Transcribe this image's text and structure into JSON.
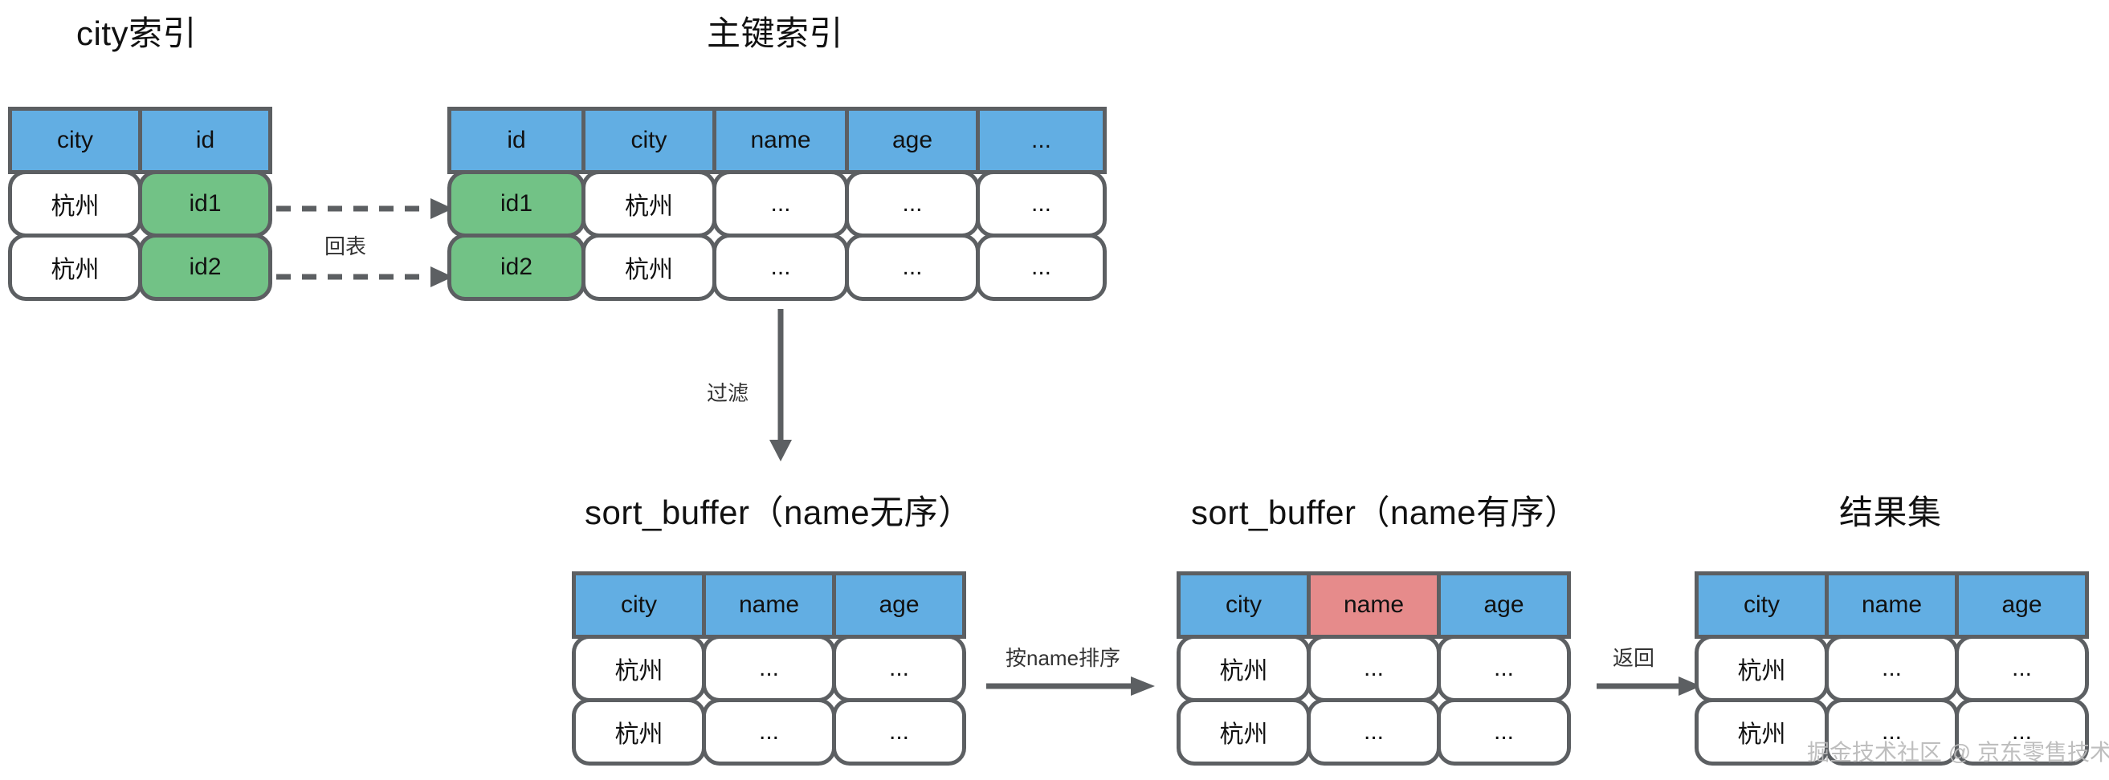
{
  "titles": {
    "city_index": "city索引",
    "primary_index": "主键索引",
    "sort_buffer_unsorted": "sort_buffer（name无序）",
    "sort_buffer_sorted": "sort_buffer（name有序）",
    "result_set": "结果集"
  },
  "tables": {
    "city_index": {
      "headers": [
        "city",
        "id"
      ],
      "rows": [
        [
          "杭州",
          "id1"
        ],
        [
          "杭州",
          "id2"
        ]
      ]
    },
    "primary_index": {
      "headers": [
        "id",
        "city",
        "name",
        "age",
        "..."
      ],
      "rows": [
        [
          "id1",
          "杭州",
          "...",
          "...",
          "..."
        ],
        [
          "id2",
          "杭州",
          "...",
          "...",
          "..."
        ]
      ]
    },
    "sort_buffer_unsorted": {
      "headers": [
        "city",
        "name",
        "age"
      ],
      "rows": [
        [
          "杭州",
          "...",
          "..."
        ],
        [
          "杭州",
          "...",
          "..."
        ]
      ]
    },
    "sort_buffer_sorted": {
      "headers": [
        "city",
        "name",
        "age"
      ],
      "highlight_header_index": 1,
      "rows": [
        [
          "杭州",
          "...",
          "..."
        ],
        [
          "杭州",
          "...",
          "..."
        ]
      ]
    },
    "result_set": {
      "headers": [
        "city",
        "name",
        "age"
      ],
      "rows": [
        [
          "杭州",
          "...",
          "..."
        ],
        [
          "杭州",
          "...",
          "..."
        ]
      ]
    }
  },
  "arrows": {
    "lookup_back": "回表",
    "filter": "过滤",
    "sort_by_name": "按name排序",
    "return": "返回"
  },
  "watermark": "掘金技术社区 @ 京东零售技术",
  "colors": {
    "header_blue": "#62aee3",
    "header_accent_red": "#e68b8b",
    "cell_green": "#72c286",
    "border_gray": "#5c5f62",
    "arrow_gray": "#5c5f62",
    "text_dark": "#111111"
  }
}
